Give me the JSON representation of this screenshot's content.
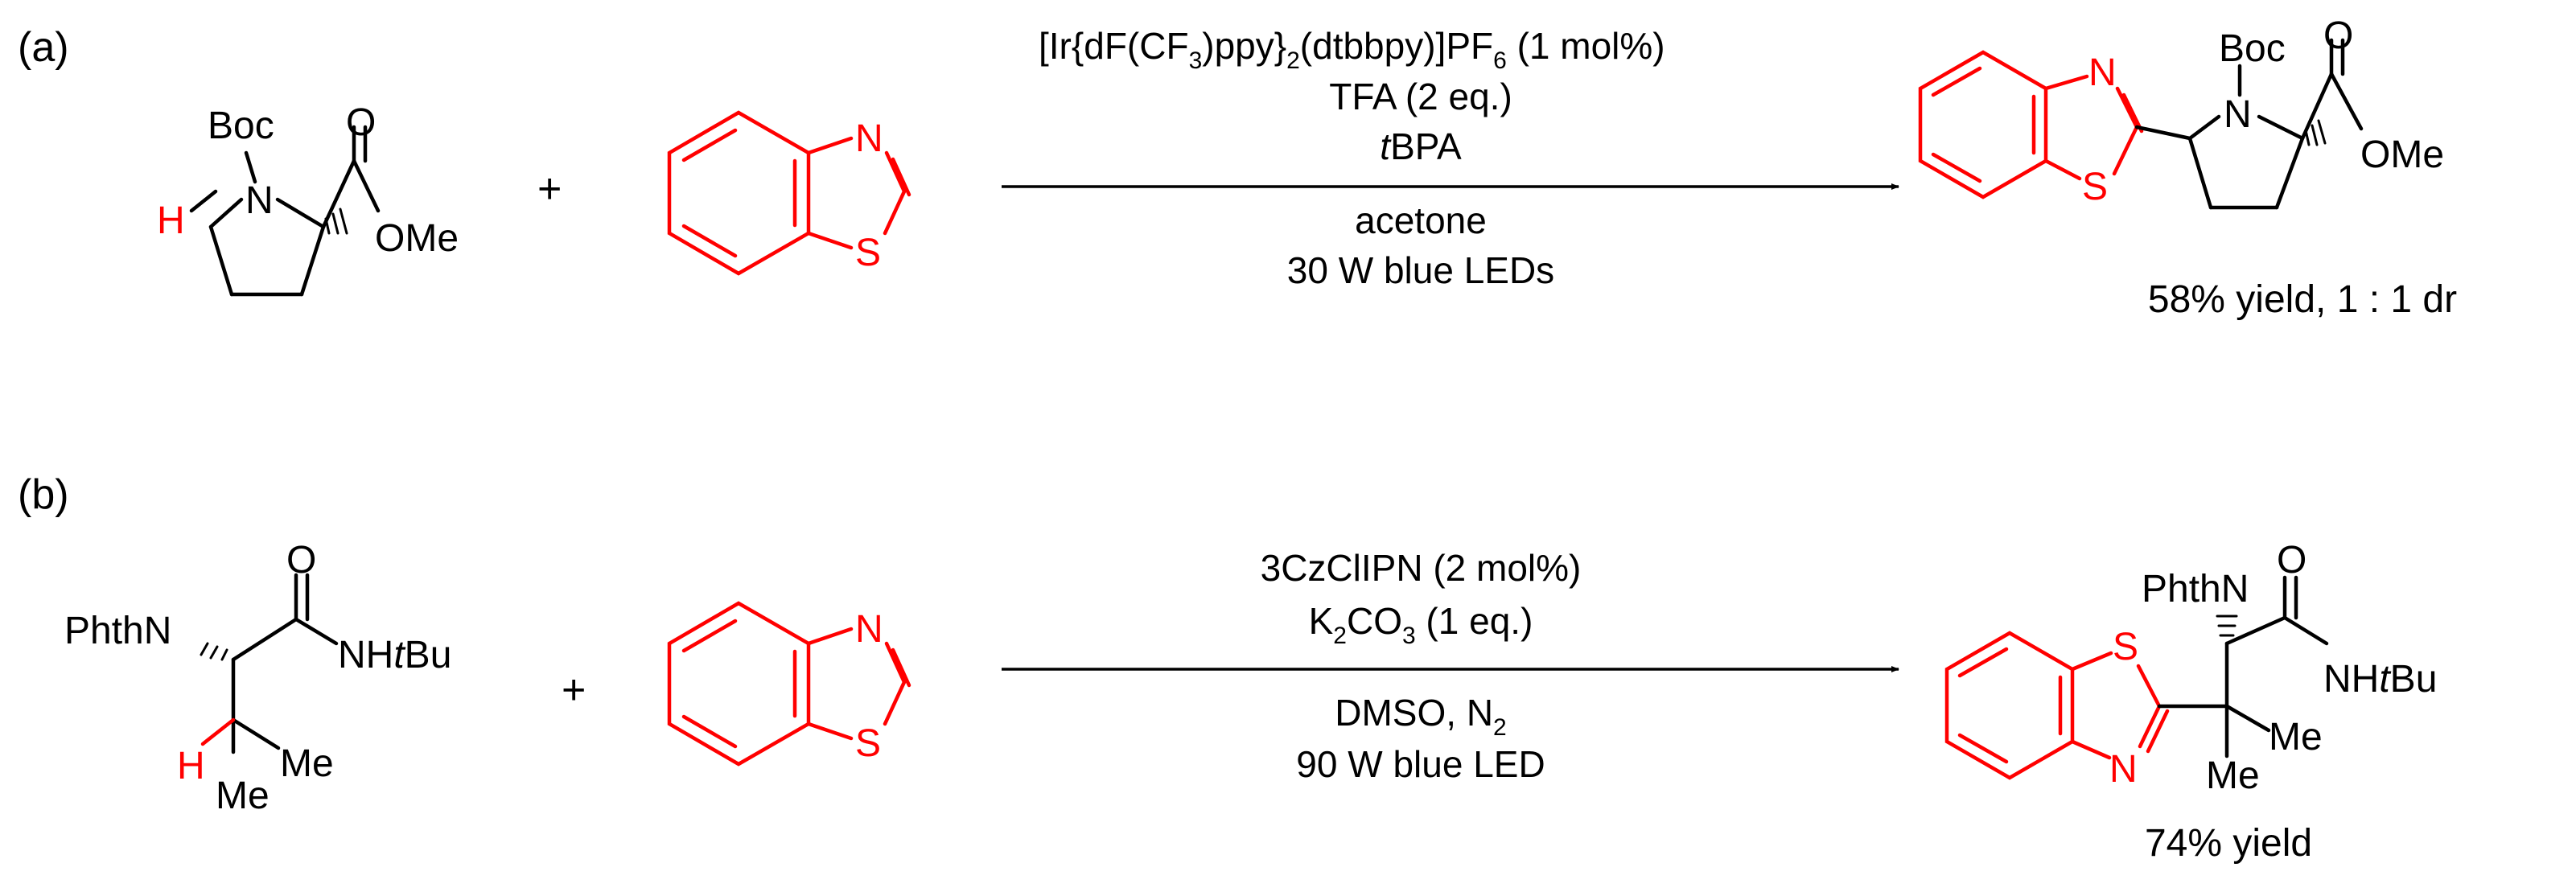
{
  "colors": {
    "highlight": "#ff0000",
    "ink": "#000000"
  },
  "panel_a": {
    "label": "(a)",
    "reactant1": {
      "boc": "Boc",
      "n": "N",
      "h": "H",
      "o": "O",
      "ome": "OMe"
    },
    "plus": "+",
    "reactant2": {
      "n": "N",
      "s": "S"
    },
    "conditions": {
      "catalyst": {
        "p1": "[Ir{dF(CF",
        "s1": "3",
        "p2": ")ppy}",
        "s2": "2",
        "p3": "(dtbbpy)]PF",
        "s3": "6",
        "p4": " (1 mol%)"
      },
      "acid": "TFA (2 eq.)",
      "additive": {
        "italic": "t",
        "rest": "BPA"
      },
      "solvent": "acetone",
      "light": "30 W blue LEDs"
    },
    "product": {
      "n_thiazole": "N",
      "s": "S",
      "boc": "Boc",
      "n": "N",
      "o": "O",
      "ome": "OMe"
    },
    "yield": "58% yield, 1 : 1 dr"
  },
  "panel_b": {
    "label": "(b)",
    "reactant1": {
      "phthn": "PhthN",
      "o": "O",
      "nh": "NH",
      "t": "t",
      "bu": "Bu",
      "h": "H",
      "me1": "Me",
      "me2": "Me"
    },
    "plus": "+",
    "reactant2": {
      "n": "N",
      "s": "S"
    },
    "conditions": {
      "catalyst": "3CzClIPN (2 mol%)",
      "base": {
        "p1": "K",
        "s1": "2",
        "p2": "CO",
        "s2": "3",
        "p3": " (1 eq.)"
      },
      "solvent": {
        "p1": "DMSO, N",
        "s1": "2"
      },
      "light": "90 W blue LED"
    },
    "product": {
      "s": "S",
      "n_thiazole": "N",
      "phthn": "PhthN",
      "o": "O",
      "nh": "NH",
      "t": "t",
      "bu": "Bu",
      "me1": "Me",
      "me2": "Me"
    },
    "yield": "74% yield"
  }
}
